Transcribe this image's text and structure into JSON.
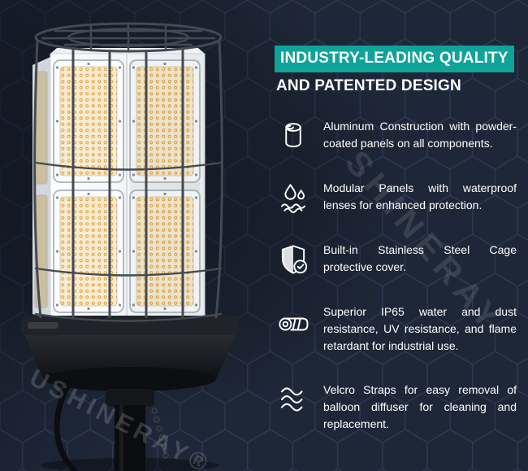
{
  "meta": {
    "background_color": "#1e2737",
    "accent_color": "#0fa39a",
    "text_color": "#ffffff"
  },
  "watermarks": {
    "right": "SHINERAY",
    "base": "USHINERAY®"
  },
  "header": {
    "line1": "INDUSTRY-LEADING QUALITY",
    "line2": "AND PATENTED DESIGN"
  },
  "features": [
    {
      "icon": "aluminum-roll-icon",
      "text": "Aluminum Construction with powder-coated panels on all components."
    },
    {
      "icon": "waterproof-drops-icon",
      "text": "Modular Panels with waterproof lenses for enhanced protection."
    },
    {
      "icon": "shield-check-icon",
      "text": "Built-in Stainless Steel Cage protective cover."
    },
    {
      "icon": "rolled-material-icon",
      "text": "Superior IP65 water and dust resistance, UV resistance, and flame retardant for industrial use."
    },
    {
      "icon": "velcro-straps-icon",
      "text": "Velcro Straps for easy removal of balloon diffuser for cleaning and replacement."
    }
  ]
}
